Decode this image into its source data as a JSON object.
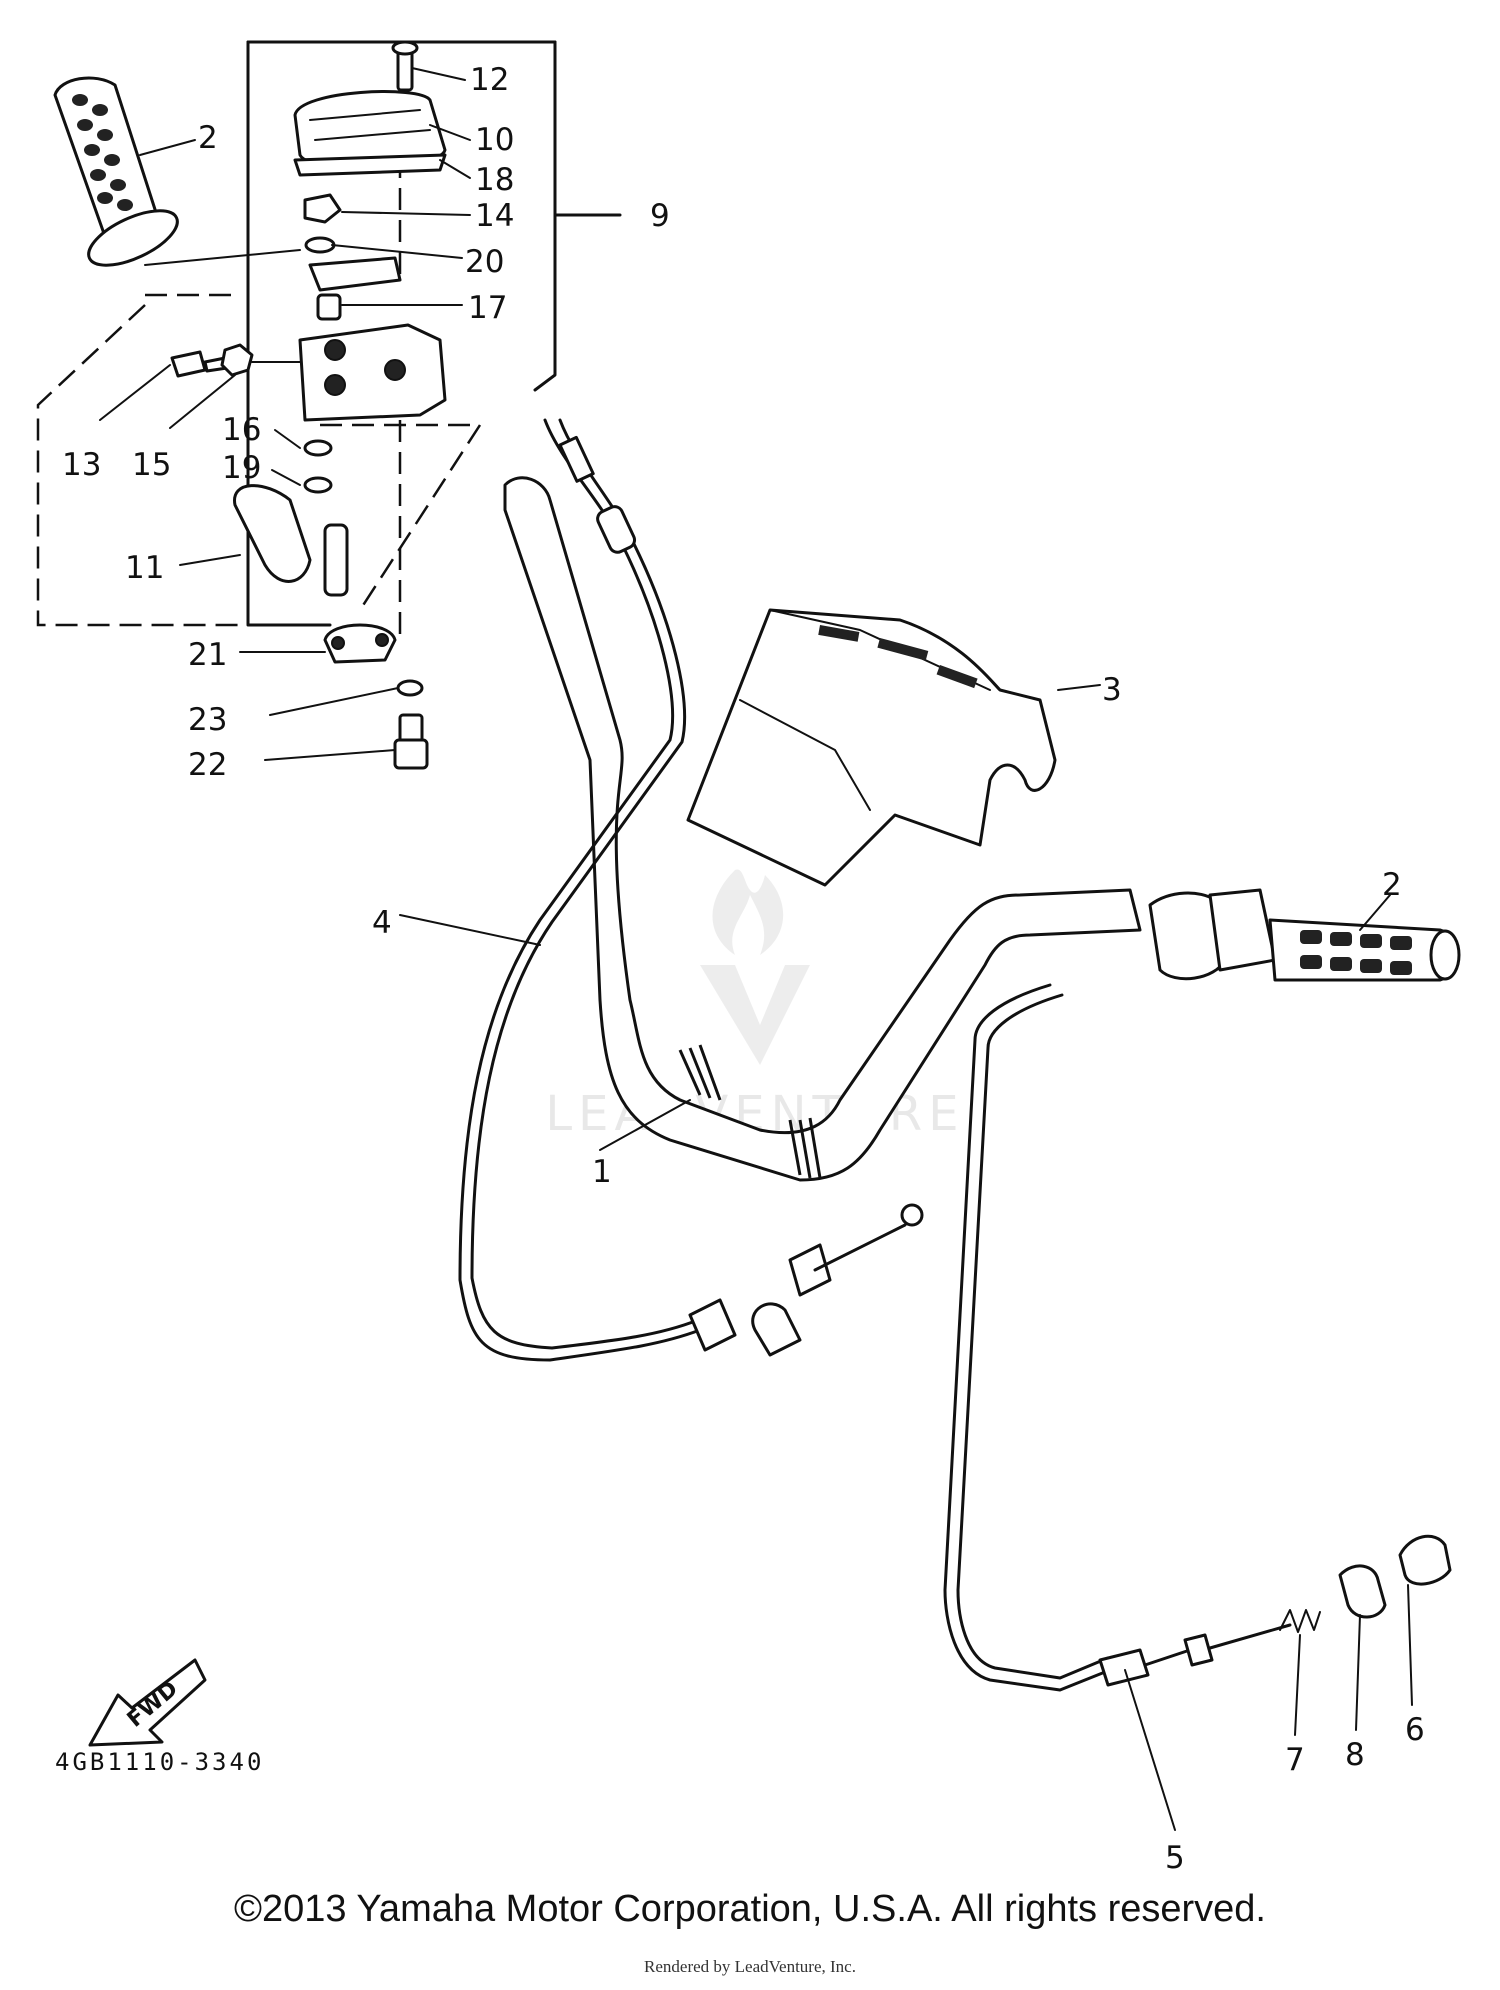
{
  "diagram": {
    "doc_code": "4GB1110-3340",
    "fwd_label": "FWD",
    "watermark_text": "LEADVENTURE",
    "copyright": "©2013 Yamaha Motor Corporation, U.S.A. All rights reserved.",
    "rendered_by": "Rendered by LeadVenture, Inc.",
    "callouts": {
      "c1": "1",
      "c2a": "2",
      "c2b": "2",
      "c3": "3",
      "c4": "4",
      "c5": "5",
      "c6": "6",
      "c7": "7",
      "c8": "8",
      "c9": "9",
      "c10": "10",
      "c11": "11",
      "c12": "12",
      "c13": "13",
      "c14": "14",
      "c15": "15",
      "c16": "16",
      "c17": "17",
      "c18": "18",
      "c19": "19",
      "c20": "20",
      "c21": "21",
      "c22": "22",
      "c23": "23"
    }
  }
}
